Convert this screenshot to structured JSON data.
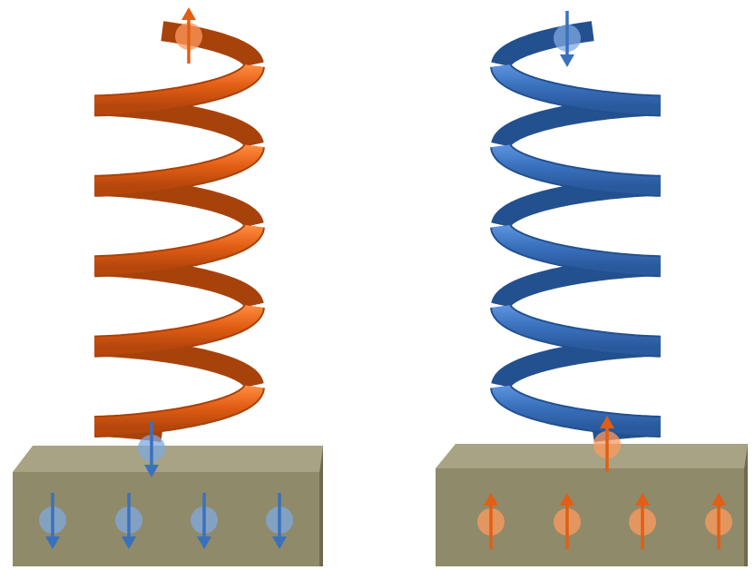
{
  "colors": {
    "orange": "#e25e14",
    "orange_dark": "#a8420c",
    "orange_light": "#ff9a5c",
    "blue": "#3a71bd",
    "blue_dark": "#23508f",
    "blue_light": "#7fa8e0",
    "block_front": "#8f8a6a",
    "block_top": "#a8a384",
    "block_side": "#6f6a50"
  },
  "panels": [
    {
      "helix_color": "orange",
      "top_spin": "up",
      "bottom_spin": "down",
      "substrate_spins": [
        "down",
        "down",
        "down",
        "down"
      ]
    },
    {
      "helix_color": "blue",
      "top_spin": "down",
      "bottom_spin": "up",
      "substrate_spins": [
        "up",
        "up",
        "up",
        "up"
      ]
    }
  ]
}
